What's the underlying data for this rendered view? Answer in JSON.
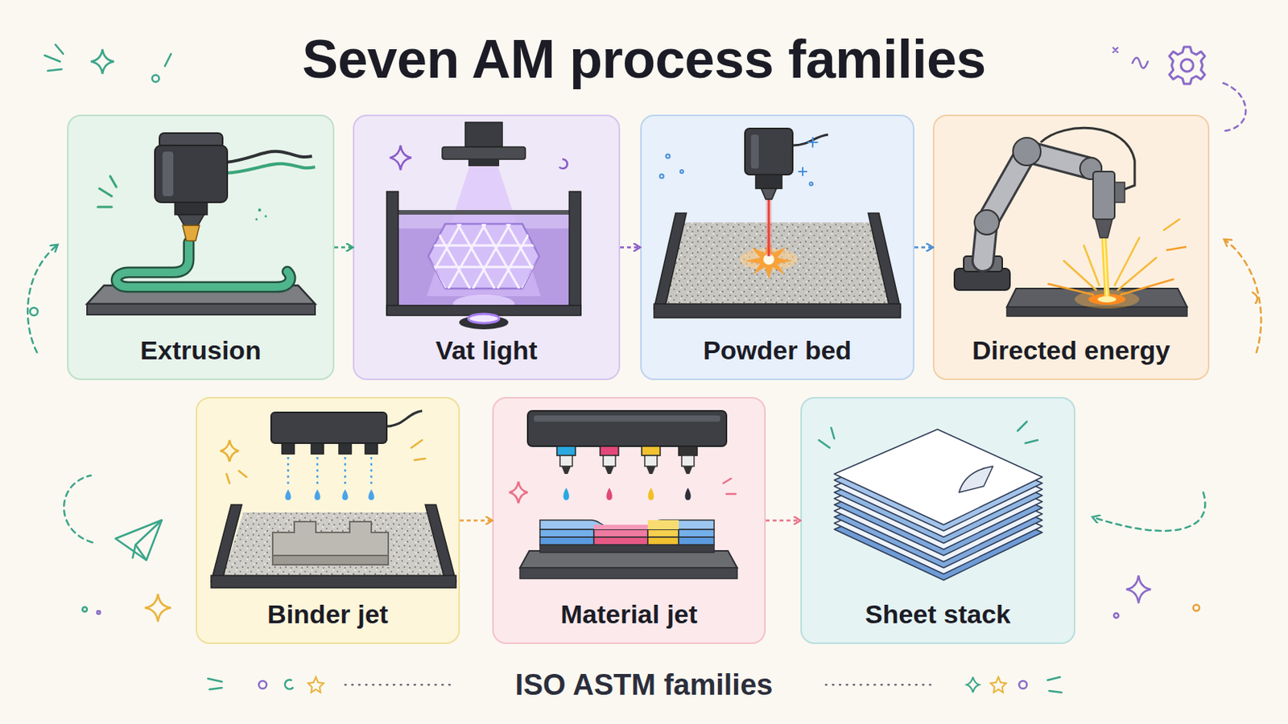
{
  "diagram": {
    "title": "Seven AM process families",
    "caption": "ISO ASTM families",
    "nodes": [
      {
        "text": [
          "Extrusion"
        ]
      },
      {
        "text": [
          "Vat light"
        ]
      },
      {
        "text": [
          "Powder bed"
        ]
      },
      {
        "text": [
          "Directed energy"
        ]
      },
      {
        "text": [
          "Binder jet"
        ]
      },
      {
        "text": [
          "Material jet"
        ]
      },
      {
        "text": [
          "Sheet stack"
        ]
      }
    ],
    "edges": [
      {
        "from": 0,
        "to": 1,
        "arrow": "to"
      },
      {
        "from": 1,
        "to": 2,
        "arrow": "to"
      },
      {
        "from": 2,
        "to": 3,
        "arrow": "to"
      },
      {
        "from": 4,
        "to": 5,
        "arrow": "to"
      },
      {
        "from": 5,
        "to": 6,
        "arrow": "to"
      }
    ]
  }
}
